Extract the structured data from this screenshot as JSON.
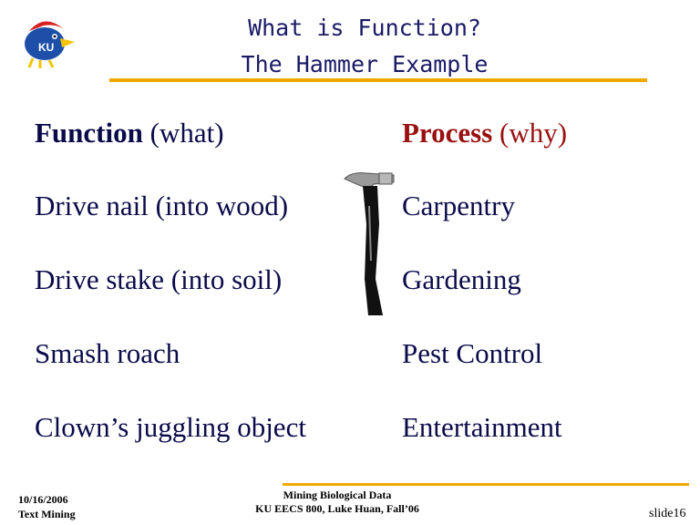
{
  "header": {
    "title_line1": "What is Function?",
    "title_line2": "The Hammer Example",
    "logo_text": "KU"
  },
  "table": {
    "header_left_bold": "Function",
    "header_left_rest": " (what)",
    "header_right_bold": "Process",
    "header_right_rest": " (why)",
    "rows": [
      {
        "function": "Drive nail (into wood)",
        "process": "Carpentry"
      },
      {
        "function": "Drive stake (into soil)",
        "process": "Gardening"
      },
      {
        "function": "Smash roach",
        "process": "Pest Control"
      },
      {
        "function": "Clown’s juggling object",
        "process": "Entertainment"
      }
    ]
  },
  "footer": {
    "date": "10/16/2006",
    "course_short": "Text Mining",
    "center_line1": "Mining Biological Data",
    "center_line2": "KU EECS 800, Luke Huan, Fall’06",
    "slide": "slide16"
  },
  "colors": {
    "accent": "#f0a800",
    "title": "#1a1a66",
    "body_text": "#0b0b4a",
    "process_header": "#9a1010"
  },
  "icons": {
    "logo": "jayhawk-logo",
    "image": "hammer-image"
  }
}
